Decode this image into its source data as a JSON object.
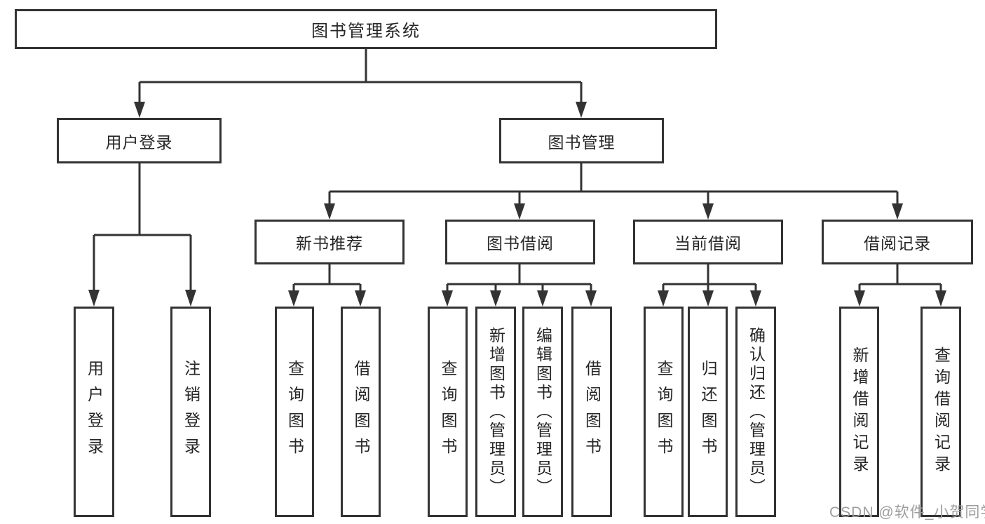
{
  "tree": {
    "root": {
      "label": "图书管理系统",
      "children": [
        {
          "label": "用户登录",
          "children": [
            {
              "label": "用户登录"
            },
            {
              "label": "注销登录"
            }
          ]
        },
        {
          "label": "图书管理",
          "children": [
            {
              "label": "新书推荐",
              "children": [
                {
                  "label": "查询图书"
                },
                {
                  "label": "借阅图书"
                }
              ]
            },
            {
              "label": "图书借阅",
              "children": [
                {
                  "label": "查询图书"
                },
                {
                  "label": "新增图书（管理员）"
                },
                {
                  "label": "编辑图书（管理员）"
                },
                {
                  "label": "借阅图书"
                }
              ]
            },
            {
              "label": "当前借阅",
              "children": [
                {
                  "label": "查询图书"
                },
                {
                  "label": "归还图书"
                },
                {
                  "label": "确认归还（管理员）"
                }
              ]
            },
            {
              "label": "借阅记录",
              "children": [
                {
                  "label": "新增借阅记录"
                },
                {
                  "label": "查询借阅记录"
                }
              ]
            }
          ]
        }
      ]
    }
  },
  "watermark": {
    "text": "CSDN @软件_小贺同学"
  },
  "colors": {
    "line": "#333333",
    "box_border": "#333333",
    "watermark": "#9e9e9e"
  }
}
